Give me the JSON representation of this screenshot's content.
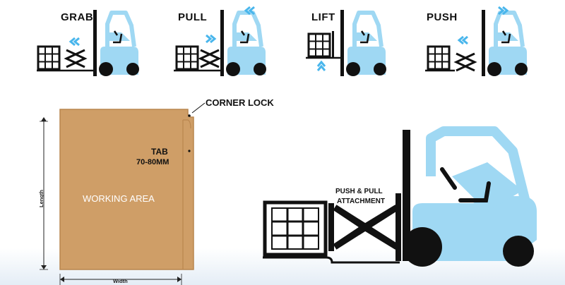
{
  "colors": {
    "forklift_body": "#9fd8f3",
    "sheet_fill": "#cf9e67",
    "sheet_edge": "#b9864f",
    "arrow_blue": "#49b6ec",
    "outline": "#111111"
  },
  "steps": [
    {
      "label": "GRAB",
      "arrow": "double-chevron-left"
    },
    {
      "label": "PULL",
      "arrow": "double-chevron-right"
    },
    {
      "label": "LIFT",
      "arrow": "double-chevron-up"
    },
    {
      "label": "PUSH",
      "arrow": "double-chevron-left"
    }
  ],
  "slip_sheet": {
    "corner_lock": "CORNER LOCK",
    "tab": "TAB",
    "tab_size": "70-80MM",
    "working_area": "WORKING AREA",
    "length_label": "Length",
    "width_label": "Width"
  },
  "attachment_label_line1": "PUSH & PULL",
  "attachment_label_line2": "ATTACHMENT",
  "icons": [
    "forklift-icon",
    "crate-icon",
    "scissor-attachment-icon",
    "chevron-icon"
  ]
}
